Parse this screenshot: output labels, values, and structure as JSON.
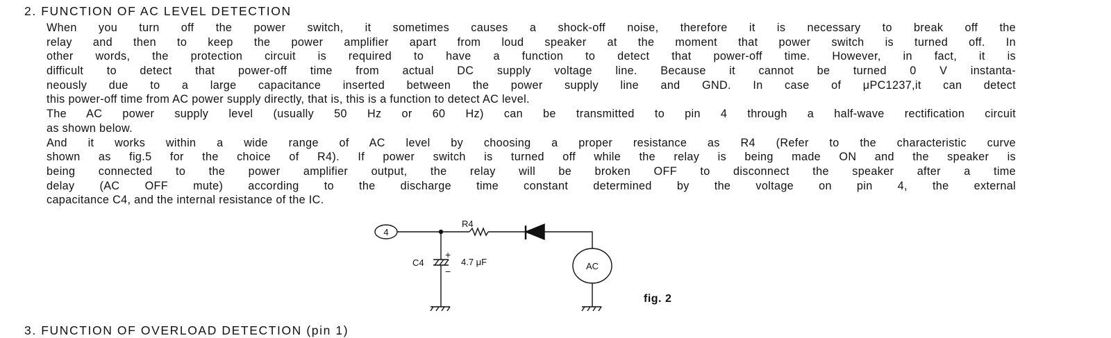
{
  "section2": {
    "heading": "2. FUNCTION OF AC LEVEL DETECTION",
    "lines": [
      {
        "text": "When you turn off the power switch, it sometimes causes a shock-off noise, therefore it is necessary to break off the",
        "last": false
      },
      {
        "text": "relay and then to keep the power amplifier apart from loud speaker at the moment that power switch is turned off. In",
        "last": false
      },
      {
        "text": "other words, the protection circuit is required to have a function to detect that power-off time.  However, in fact, it is",
        "last": false
      },
      {
        "text": "difficult to detect that power-off time from actual DC supply voltage line. Because it cannot be turned 0 V instanta-",
        "last": false
      },
      {
        "text": "neously due to a large capacitance inserted between the power supply line and GND. In case of μPC1237,it can detect",
        "last": false
      },
      {
        "text": "this power-off time from AC power supply directly, that is, this is a function to detect AC level.",
        "last": true
      },
      {
        "text": "The AC power supply level (usually 50 Hz or 60 Hz) can be transmitted to pin 4 through a half-wave rectification circuit",
        "last": false
      },
      {
        "text": "as shown below.",
        "last": true
      },
      {
        "text": "And it works within a wide range of AC level by choosing a proper resistance as R4 (Refer to the characteristic curve",
        "last": false
      },
      {
        "text": "shown as fig.5 for the choice of R4). If power switch is turned off while the relay is being made ON and the speaker is",
        "last": false
      },
      {
        "text": "being connected to the power amplifier output, the relay will be broken OFF to disconnect the speaker after a time",
        "last": false
      },
      {
        "text": "delay (AC OFF mute) according to the discharge time constant determined by the voltage on pin 4, the external",
        "last": false
      },
      {
        "text": "capacitance C4, and the internal resistance of the IC.",
        "last": true
      }
    ]
  },
  "figure": {
    "pin_label": "4",
    "resistor_label": "R4",
    "capacitor_label": "C4",
    "capacitor_value": "4.7 μF",
    "plus": "+",
    "minus": "−",
    "source_label": "AC",
    "caption": "fig. 2"
  },
  "section3": {
    "heading": "3. FUNCTION OF OVERLOAD DETECTION (pin 1)"
  }
}
